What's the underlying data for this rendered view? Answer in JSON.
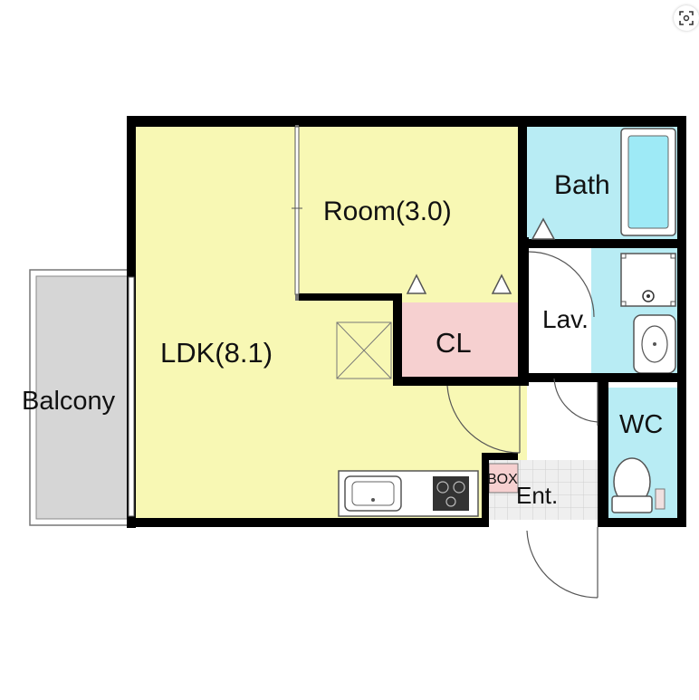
{
  "rooms": {
    "ldk": "LDK(8.1)",
    "room": "Room(3.0)",
    "closet": "CL",
    "bath": "Bath",
    "lavatory": "Lav.",
    "wc": "WC",
    "entrance": "Ent.",
    "box": "BOX",
    "balcony": "Balcony"
  },
  "colors": {
    "living": "#f8f8b4",
    "wet_area": "#b8ecf4",
    "closet": "#f6d0d0",
    "balcony": "#d6d6d6",
    "entrance_tile": "#e4e4e4",
    "wall": "#000000"
  },
  "controls": {
    "scan_icon": "scan-icon"
  }
}
